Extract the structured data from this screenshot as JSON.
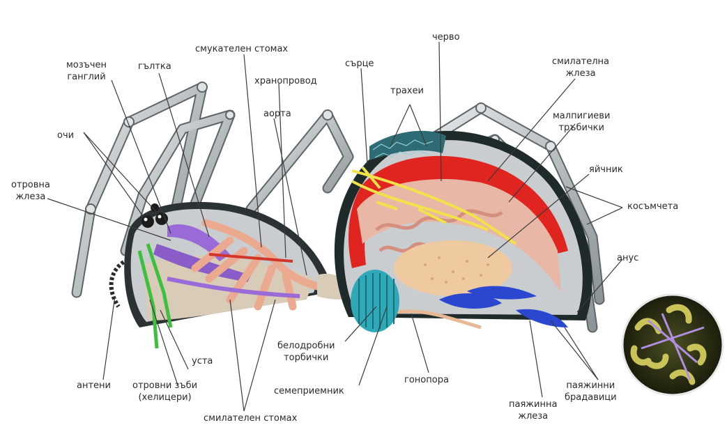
{
  "labels": {
    "mozachen_ganglii": [
      "мозъчен",
      "ганглий"
    ],
    "glatka": "гълтка",
    "smukatelen_stomah": "смукателен стомах",
    "hranoprovod": "хранопровод",
    "sartse": "сърце",
    "chervo": "черво",
    "trahei": "трахеи",
    "smilatelna_zhleza": [
      "смилателна",
      "жлеза"
    ],
    "aorta": "аорта",
    "malpigievi_trabichki": [
      "малпигиеви",
      "тръбички"
    ],
    "ochi": "очи",
    "yaichnik": "яйчник",
    "otrovna_zhleza": [
      "отровна",
      "жлеза"
    ],
    "kosamcheta": "косъмчета",
    "anus": "анус",
    "belodrobni_torbichki": [
      "белодробни",
      "торбички"
    ],
    "usta": "уста",
    "antenni": "антени",
    "otrovni_zabi": [
      "отровни зъби",
      "(хелицери)"
    ],
    "semepriemnik": "семеприемник",
    "gonopora": "гонопора",
    "payazhinni_bradavitsi": [
      "паяжинни",
      "брадавици"
    ],
    "payazhinna_zhleza": [
      "паяжинна",
      "жлеза"
    ],
    "smilatelen_stomah": "смилателен стомах"
  },
  "colors": {
    "cuticle": "#c9cdd0",
    "shell_dark": "#1f2a2a",
    "heart": "#e0241f",
    "nerve": "#f2e24a",
    "gut": "#eba98f",
    "ovary": "#efc9a0",
    "book_lung": "#2fa9b8",
    "silk_gland": "#2b47d0",
    "venom_gland": "#9a6ad8",
    "mouth": "#3fbf3f"
  },
  "icons": {
    "inset": "silk-fiber-micrograph-icon"
  }
}
